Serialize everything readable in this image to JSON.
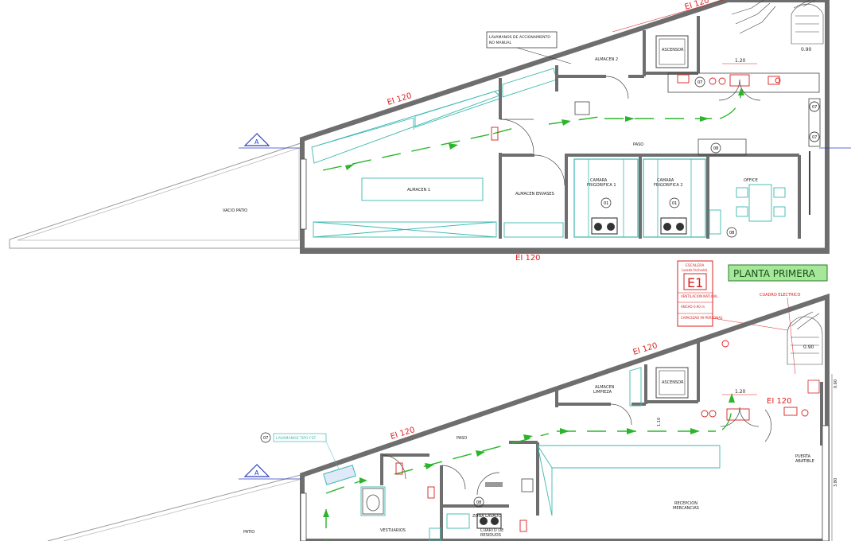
{
  "floor_upper": {
    "rooms": {
      "almacen1": "ALMACEN 1",
      "almacen2": "ALMACEN 2",
      "almacen_envases": "ALMACEN ENVASES",
      "camara1_line1": "CAMARA",
      "camara1_line2": "FRIGORIFICA 1",
      "camara2_line1": "CAMARA",
      "camara2_line2": "FRIGORIFICA 2",
      "office": "OFFICE",
      "ascensor": "ASCENSOR",
      "paso": "PASO",
      "vacio_patio": "VACIO PATIO"
    },
    "ei_labels": [
      "EI 120",
      "EI 120",
      "EI 120"
    ],
    "callout_line1": "LAVAMANOS DE ACCIONAMIENTO",
    "callout_line2": "NO MANUAL",
    "dim_width": "1.20",
    "dim_stair": "0.90",
    "section_marker": "A",
    "equipment_tags": [
      "07",
      "08",
      "01",
      "01",
      "07",
      "07",
      "08"
    ]
  },
  "floor_lower": {
    "title": "PLANTA PRIMERA",
    "exit_sign": {
      "line1": "ESCALERA",
      "line2": "(usada fachada)",
      "code": "E1",
      "ventilation": "VENTILACION NATURAL",
      "width": "ANCHO 0.90 m",
      "capacity": "CAPACIDAD 99 PERSONAS"
    },
    "callout_cuadro": "CUADRO ELECTRICO",
    "callout_lavamanos": "LAVAMANOS TIPO FST",
    "rooms": {
      "almacen_limpieza_1": "ALMACEN",
      "almacen_limpieza_2": "LIMPIEZA",
      "ascensor": "ASCENSOR",
      "paso": "PASO",
      "zona_lavado": "ZONA LAVADO",
      "cuarto_residuos_1": "CUARTO DE",
      "cuarto_residuos_2": "RESIDUOS",
      "recepcion_1": "RECEPCION",
      "recepcion_2": "MERCANCIAS",
      "vestuarios": "VESTUARIOS",
      "patio": "PATIO",
      "puerta_1": "PUERTA",
      "puerta_2": "ABATIBLE"
    },
    "ei_labels": [
      "EI 120",
      "EI 120",
      "EI 120"
    ],
    "dim_width": "1.20",
    "dim_stair": "0.90",
    "dim_side1": "0.60",
    "dim_side2": "3.80",
    "dim_small": "1.10",
    "section_marker": "A",
    "equipment_tags": [
      "07",
      "08"
    ]
  },
  "colors": {
    "wall": "#6e6e6e",
    "evacuation_arrow": "#2bb52b",
    "fire_red": "#d82020",
    "fixture_teal": "#3bb8b0",
    "section_blue": "#2a3fbf",
    "title_bg": "#a6e89a"
  }
}
